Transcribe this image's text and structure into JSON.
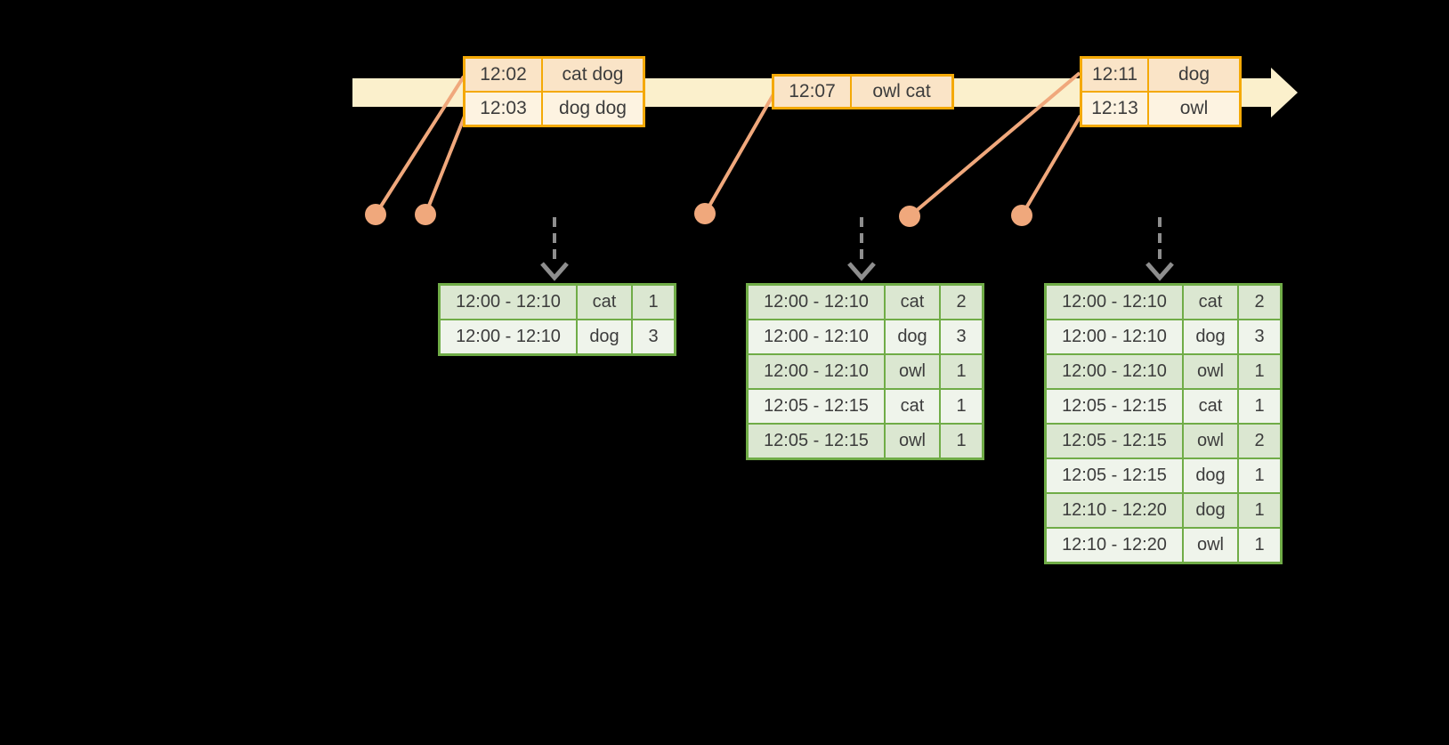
{
  "colors": {
    "background": "#000000",
    "timeline_fill": "#FBF0CC",
    "event_table_border": "#F4A906",
    "event_row_peach": "#FAE4C7",
    "event_row_cream": "#FDF3E1",
    "event_dot": "#F0A87C",
    "result_table_border": "#70AC47",
    "result_row_dark": "#DBE7D1",
    "result_row_light": "#EFF4EB",
    "trigger_arrow": "#8E8E8E",
    "text": "#3C3C3C"
  },
  "icons": {
    "timeline_arrowhead": "right-triangle",
    "trigger_arrowhead": "down-chevron",
    "event_marker": "filled-circle"
  },
  "event_tables": [
    {
      "rows": [
        {
          "time": "12:02",
          "words": "cat dog"
        },
        {
          "time": "12:03",
          "words": "dog dog"
        }
      ]
    },
    {
      "rows": [
        {
          "time": "12:07",
          "words": "owl cat"
        }
      ]
    },
    {
      "rows": [
        {
          "time": "12:11",
          "words": "dog"
        },
        {
          "time": "12:13",
          "words": "owl"
        }
      ]
    }
  ],
  "result_tables": [
    {
      "rows": [
        {
          "window": "12:00 - 12:10",
          "word": "cat",
          "count": "1"
        },
        {
          "window": "12:00 - 12:10",
          "word": "dog",
          "count": "3"
        }
      ]
    },
    {
      "rows": [
        {
          "window": "12:00 - 12:10",
          "word": "cat",
          "count": "2"
        },
        {
          "window": "12:00 - 12:10",
          "word": "dog",
          "count": "3"
        },
        {
          "window": "12:00 - 12:10",
          "word": "owl",
          "count": "1"
        },
        {
          "window": "12:05 - 12:15",
          "word": "cat",
          "count": "1"
        },
        {
          "window": "12:05 - 12:15",
          "word": "owl",
          "count": "1"
        }
      ]
    },
    {
      "rows": [
        {
          "window": "12:00 - 12:10",
          "word": "cat",
          "count": "2"
        },
        {
          "window": "12:00 - 12:10",
          "word": "dog",
          "count": "3"
        },
        {
          "window": "12:00 - 12:10",
          "word": "owl",
          "count": "1"
        },
        {
          "window": "12:05 - 12:15",
          "word": "cat",
          "count": "1"
        },
        {
          "window": "12:05 - 12:15",
          "word": "owl",
          "count": "2"
        },
        {
          "window": "12:05 - 12:15",
          "word": "dog",
          "count": "1"
        },
        {
          "window": "12:10 - 12:20",
          "word": "dog",
          "count": "1"
        },
        {
          "window": "12:10 - 12:20",
          "word": "owl",
          "count": "1"
        }
      ]
    }
  ]
}
